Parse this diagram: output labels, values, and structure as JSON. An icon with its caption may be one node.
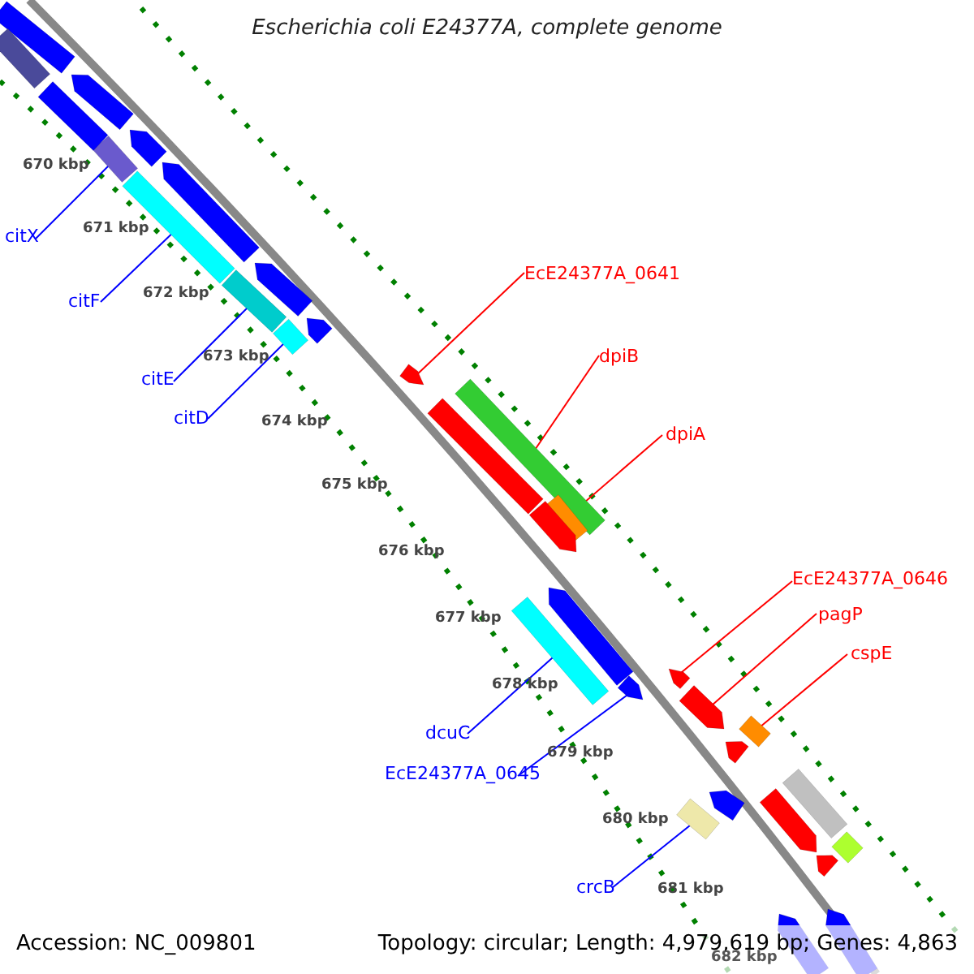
{
  "diagram": {
    "title": "Escherichia coli E24377A, complete genome",
    "nodes": [
      {
        "text": [
          "citX"
        ]
      },
      {
        "text": [
          "citF"
        ]
      },
      {
        "text": [
          "citE"
        ]
      },
      {
        "text": [
          "citD"
        ]
      },
      {
        "text": [
          "EcE24377A_0641"
        ]
      },
      {
        "text": [
          "dpiB"
        ]
      },
      {
        "text": [
          "dpiA"
        ]
      },
      {
        "text": [
          "EcE24377A_0646"
        ]
      },
      {
        "text": [
          "pagP"
        ]
      },
      {
        "text": [
          "cspE"
        ]
      },
      {
        "text": [
          "dcuC"
        ]
      },
      {
        "text": [
          "EcE24377A_0645"
        ]
      },
      {
        "text": [
          "crcB"
        ]
      },
      {
        "text": [],
        "shape": "bar"
      },
      {
        "text": [],
        "shape": "bar"
      },
      {
        "text": [],
        "shape": "bar"
      },
      {
        "text": [],
        "shape": "bar"
      },
      {
        "text": [],
        "shape": "arrow"
      },
      {
        "text": [],
        "shape": "bar"
      },
      {
        "text": [],
        "shape": "bar"
      },
      {
        "text": [],
        "shape": "arrow"
      },
      {
        "text": [],
        "shape": "arrow"
      },
      {
        "text": [],
        "shape": "bar"
      },
      {
        "text": [],
        "shape": "bar"
      },
      {
        "text": [],
        "shape": "arrow"
      },
      {
        "text": [],
        "shape": "bar"
      },
      {
        "text": [],
        "shape": "bar"
      },
      {
        "text": [],
        "shape": "arrow"
      },
      {
        "text": [],
        "shape": "arrow"
      },
      {
        "text": [],
        "shape": "arrow"
      },
      {
        "text": [],
        "shape": "arrow"
      },
      {
        "text": [],
        "shape": "arrow"
      },
      {
        "text": [],
        "shape": "bar"
      },
      {
        "text": [],
        "shape": "bar"
      },
      {
        "text": [],
        "shape": "bar"
      },
      {
        "text": [],
        "shape": "arrow"
      },
      {
        "text": [],
        "shape": "arrow"
      },
      {
        "text": [],
        "shape": "arrow"
      },
      {
        "text": [],
        "shape": "arrow"
      },
      {
        "text": [],
        "shape": "bar"
      },
      {
        "text": [],
        "shape": "arrow"
      },
      {
        "text": [],
        "shape": "bar"
      },
      {
        "text": [],
        "shape": "arrow"
      },
      {
        "text": [],
        "shape": "arrow"
      },
      {
        "text": [],
        "shape": "arrow"
      }
    ],
    "edges": [
      {
        "from": 0,
        "to": 13,
        "arrow": "none"
      },
      {
        "from": 1,
        "to": 14,
        "arrow": "none"
      },
      {
        "from": 2,
        "to": 15,
        "arrow": "none"
      },
      {
        "from": 3,
        "to": 16,
        "arrow": "none"
      },
      {
        "from": 4,
        "to": 17,
        "arrow": "none",
        "color": "#ff0000"
      },
      {
        "from": 5,
        "to": 18,
        "arrow": "none",
        "color": "#ff0000"
      },
      {
        "from": 6,
        "to": 19,
        "arrow": "none",
        "color": "#ff0000"
      },
      {
        "from": 7,
        "to": 20,
        "arrow": "none",
        "color": "#ff0000"
      },
      {
        "from": 8,
        "to": 21,
        "arrow": "none",
        "color": "#ff0000"
      },
      {
        "from": 9,
        "to": 22,
        "arrow": "none",
        "color": "#ff0000"
      },
      {
        "from": 10,
        "to": 23,
        "arrow": "none"
      },
      {
        "from": 11,
        "to": 24,
        "arrow": "none"
      },
      {
        "from": 12,
        "to": 25,
        "arrow": "none"
      }
    ],
    "labels": [
      "670 kbp",
      "671 kbp",
      "672 kbp",
      "673 kbp",
      "674 kbp",
      "675 kbp",
      "676 kbp",
      "677 kbp",
      "678 kbp",
      "679 kbp",
      "680 kbp",
      "681 kbp",
      "682 kbp",
      "Accession: NC_009801",
      "Topology: circular; Length: 4,979,619 bp; Genes: 4,863"
    ]
  }
}
